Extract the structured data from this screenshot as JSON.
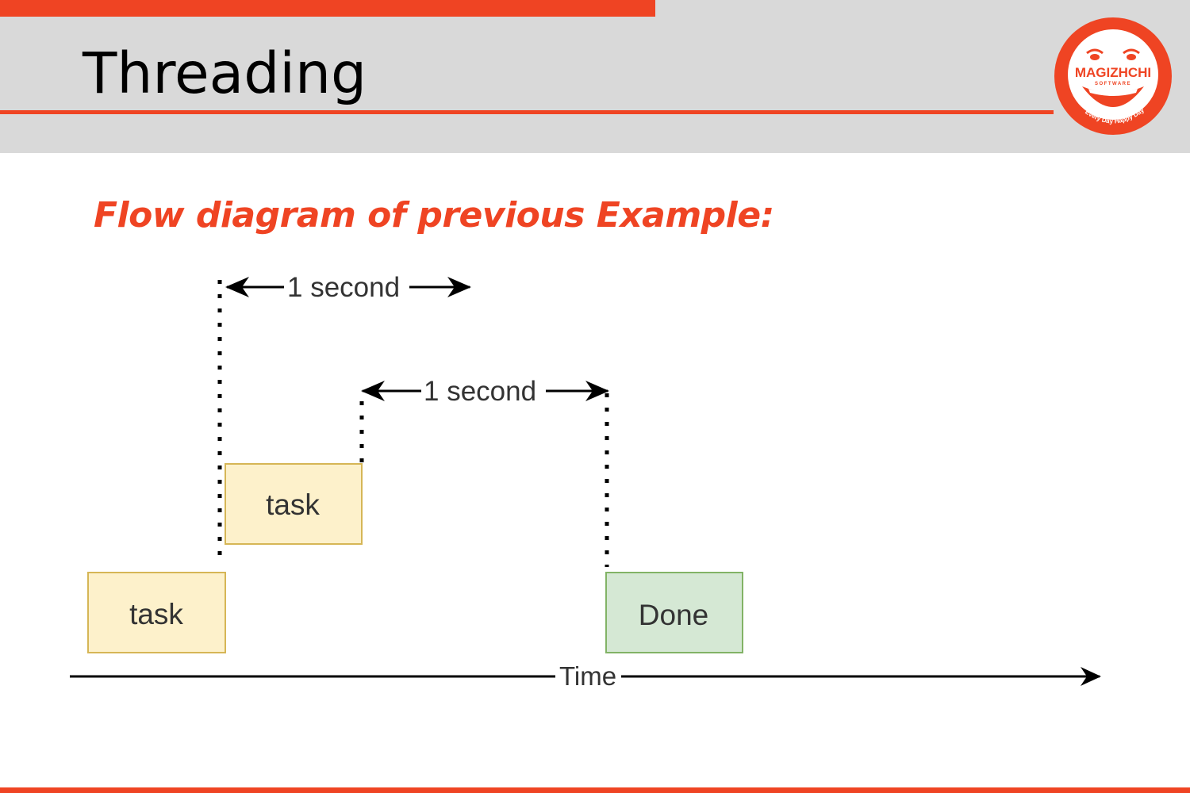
{
  "slide": {
    "title": "Threading",
    "subtitle": "Flow diagram of previous Example:"
  },
  "logo": {
    "brand": "MAGIZHCHI",
    "tagline_small": "SOFTWARE",
    "motto": "Every Day Happy Day",
    "icon": "smiling-face-logo-icon"
  },
  "diagram": {
    "boxes": [
      {
        "label": "task",
        "kind": "task"
      },
      {
        "label": "task",
        "kind": "task"
      },
      {
        "label": "Done",
        "kind": "done"
      }
    ],
    "intervals": [
      {
        "label": "1 second"
      },
      {
        "label": "1 second"
      }
    ],
    "axis": {
      "label": "Time"
    }
  },
  "colors": {
    "accent": "#ef4423",
    "header_band": "#d9d9d9",
    "task_fill": "#fdf1cb",
    "task_stroke": "#d6b656",
    "done_fill": "#d5e8d4",
    "done_stroke": "#82b366"
  }
}
